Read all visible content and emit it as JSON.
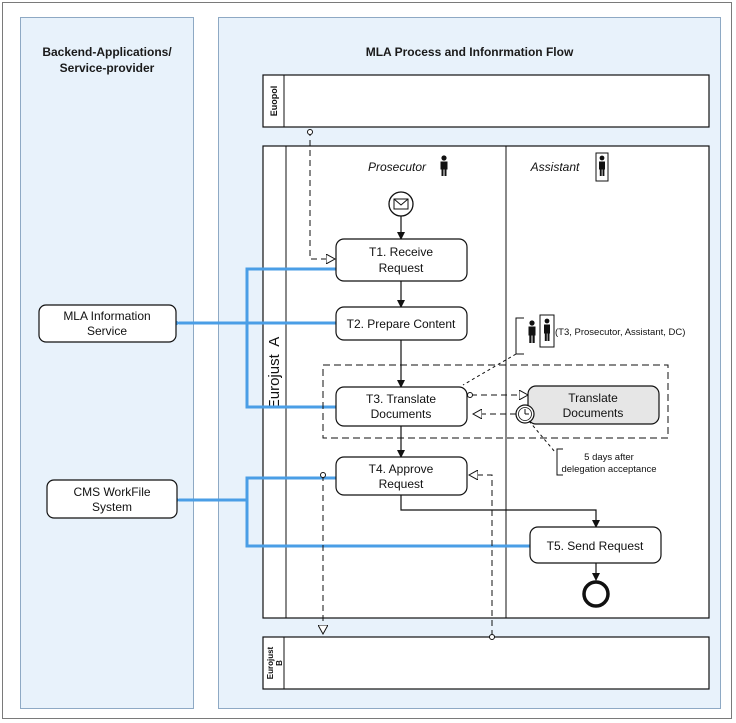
{
  "backend_panel": {
    "title_line1": "Backend-Applications/",
    "title_line2": "Service-provider",
    "services": [
      {
        "line1": "MLA Information",
        "line2": "Service"
      },
      {
        "line1": "CMS WorkFile",
        "line2": "System"
      }
    ]
  },
  "process_panel": {
    "title": "MLA Process and Infonrmation Flow",
    "pools": {
      "top": "Euopol",
      "main": "Eurojust  A",
      "bottom_line1": "Eurojust",
      "bottom_line2": "B"
    },
    "lanes": {
      "prosecutor": "Prosecutor",
      "assistant": "Assistant"
    },
    "tasks": {
      "t1": {
        "line1": "T1. Receive",
        "line2": "Request"
      },
      "t2": {
        "line1": "T2. Prepare Content"
      },
      "t3": {
        "line1": "T3. Translate",
        "line2": "Documents"
      },
      "translate": {
        "line1": "Translate",
        "line2": "Documents"
      },
      "t4": {
        "line1": "T4. Approve",
        "line2": "Request"
      },
      "t5": {
        "line1": "T5. Send Request"
      }
    },
    "annotations": {
      "delegation": "(T3, Prosecutor, Assistant, DC)",
      "deadline_line1": "5 days after",
      "deadline_line2": "delegation acceptance"
    }
  },
  "colors": {
    "panel_fill": "#e8f2fb",
    "flow_blue": "#4a9ee6",
    "task_fill": "#ffffff",
    "delegated_task_fill": "#e6e6e6"
  },
  "icons": [
    "envelope-icon",
    "person-icon",
    "clock-icon",
    "end-event-icon"
  ]
}
